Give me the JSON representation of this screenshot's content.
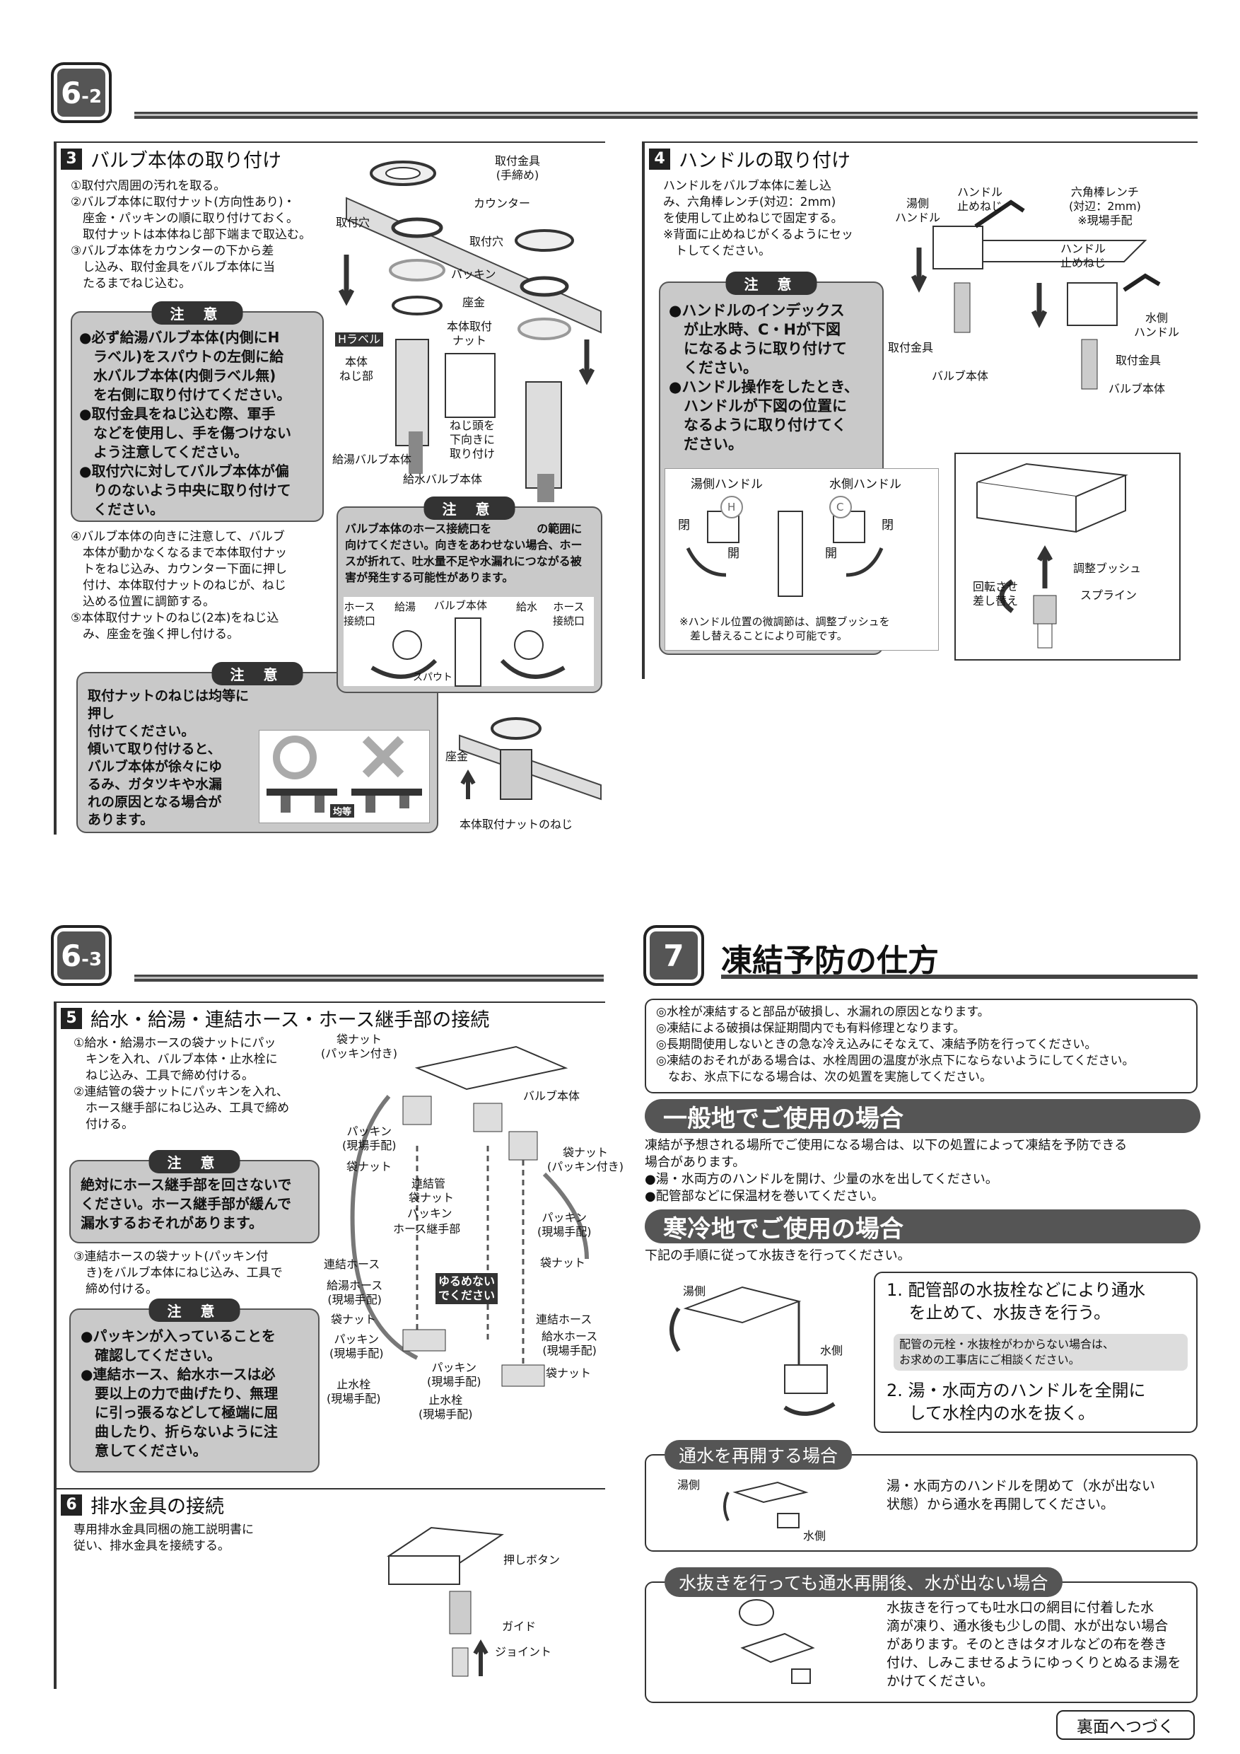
{
  "s62": {
    "badge_main": "6",
    "badge_sub": "-2",
    "step3": {
      "num": "3",
      "title": "バルブ本体の取り付け",
      "steps_a": "①取付穴周囲の汚れを取る。\n②バルブ本体に取付ナット(方向性あり)・\n　座金・パッキンの順に取り付けておく。\n　取付ナットは本体ねじ部下端まで取込む。\n③バルブ本体をカウンターの下から差\n　し込み、取付金具をバルブ本体に当\n　たるまでねじ込む。",
      "caution1_tag": "注 意",
      "caution1_body": "●必ず給湯バルブ本体(内側にH\n　ラベル)をスパウトの左側に給\n　水バルブ本体(内側ラベル無)\n　を右側に取り付けてください。\n●取付金具をねじ込む際、軍手\n　などを使用し、手を傷つけない\n　よう注意してください。\n●取付穴に対してバルブ本体が偏\n　りのないよう中央に取り付けて\n　ください。",
      "steps_b": "④バルブ本体の向きに注意して、バルブ\n　本体が動かなくなるまで本体取付ナッ\n　トをねじ込み、カウンター下面に押し\n　付け、本体取付ナットのねじが、ねじ\n　込める位置に調節する。\n⑤本体取付ナットのねじ(2本)をねじ込\n　み、座金を強く押し付ける。",
      "caution2_tag": "注 意",
      "caution2_body": "取付ナットのねじは均等に押し\n付けてください。\n傾いて取り付けると、\nバルブ本体が徐々にゆ\nるみ、ガタツキや水漏\nれの原因となる場合が\nあります。",
      "caution2_label": "均等",
      "caution3_tag": "注 意",
      "caution3_body": "バルブ本体のホース接続口を　　　　の範囲に\n向けてください。向きをあわせない場合、ホー\nスが折れて、吐水量不足や水漏れにつながる被\n害が発生する可能性があります。",
      "diag_labels": {
        "fitting": "取付金具\n(手締め)",
        "counter": "カウンター",
        "hole1": "取付穴",
        "hole2": "取付穴",
        "packing": "パッキン",
        "washer": "座金",
        "body_nut": "本体取付\nナット",
        "h_label": "Hラベル",
        "body_thread": "本体\nねじ部",
        "screw_head": "ねじ頭を\n下向きに\n取り付け",
        "hot_valve": "給湯バルブ本体",
        "cold_valve": "給水バルブ本体",
        "hose_hot": "ホース\n接続口",
        "hot": "給湯",
        "valve_body": "バルブ本体",
        "cold": "給水",
        "hose_cold": "ホース\n接続口",
        "spout": "スパウト",
        "washer2": "座金",
        "body_nut_screw": "本体取付ナットのねじ"
      }
    },
    "step4": {
      "num": "4",
      "title": "ハンドルの取り付け",
      "text": "ハンドルをバルブ本体に差し込\nみ、六角棒レンチ(対辺：2mm)\nを使用して止めねじで固定する。\n※背面に止めねじがくるようにセッ\n　トしてください。",
      "caution_tag": "注 意",
      "caution_body": "●ハンドルのインデックス\n　が止水時、C・Hが下図\n　になるように取り付けて\n　ください。\n●ハンドル操作をしたとき、\n　ハンドルが下図の位置に\n　なるように取り付けてく\n　ださい。",
      "hot_handle": "湯側ハンドル",
      "cold_handle": "水側ハンドル",
      "close1": "閉",
      "open1": "開",
      "open2": "開",
      "close2": "閉",
      "h": "H",
      "c": "C",
      "note": "※ハンドル位置の微調節は、調整ブッシュを\n　差し替えることにより可能です。",
      "diag_labels": {
        "hot_side_handle": "湯側\nハンドル",
        "handle_screw1": "ハンドル\n止めねじ",
        "hex_wrench": "六角棒レンチ\n(対辺：2mm)\n※現場手配",
        "handle_screw2": "ハンドル\n止めねじ",
        "cold_side_handle": "水側\nハンドル",
        "fitting1": "取付金具",
        "fitting2": "取付金具",
        "valve1": "バルブ本体",
        "valve2": "バルブ本体",
        "bush": "調整ブッシュ",
        "spline": "スプライン",
        "rotate": "回転させ\n差し替え"
      }
    }
  },
  "s63": {
    "badge_main": "6",
    "badge_sub": "-3",
    "step5": {
      "num": "5",
      "title": "給水・給湯・連結ホース・ホース継手部の接続",
      "text1": "①給水・給湯ホースの袋ナットにパッ\n　キンを入れ、バルブ本体・止水栓に\n　ねじ込み、工具で締め付ける。\n②連結管の袋ナットにパッキンを入れ、\n　ホース継手部にねじ込み、工具で締め\n　付ける。",
      "caution1_tag": "注 意",
      "caution1_body": "絶対にホース継手部を回さないで\nください。ホース継手部が緩んで\n漏水するおそれがあります。",
      "text2": "③連結ホースの袋ナット(パッキン付\n　き)をバルブ本体にねじ込み、工具で\n　締め付ける。",
      "caution2_tag": "注 意",
      "caution2_body": "●パッキンが入っていることを\n　確認してください。\n●連結ホース、給水ホースは必\n　要以上の力で曲げたり、無理\n　に引っ張るなどして極端に屈\n　曲したり、折らないように注\n　意してください。",
      "diag_labels": {
        "bag_nut_top": "袋ナット\n(パッキン付き)",
        "valve_body": "バルブ本体",
        "packing_site": "パッキン\n(現場手配)",
        "bag_nut1": "袋ナット",
        "bag_nut_right": "袋ナット\n(パッキン付き)",
        "connector_pipe": "連結管",
        "bag_nut2": "袋ナット",
        "packing2": "パッキン",
        "hose_joint": "ホース継手部",
        "packing_right": "パッキン\n(現場手配)",
        "bag_nut3": "袋ナット",
        "connect_hose": "連結ホース",
        "no_loosen": "ゆるめない\nでください",
        "hot_hose": "給湯ホース\n(現場手配)",
        "bag_nut4": "袋ナット",
        "connect_hose2": "連結ホース",
        "cold_hose": "給水ホース\n(現場手配)",
        "packing_site2": "パッキン\n(現場手配)",
        "bag_nut5": "袋ナット",
        "packing_site3": "パッキン\n(現場手配)",
        "stop_valve1": "止水栓\n(現場手配)",
        "stop_valve2": "止水栓\n(現場手配)"
      }
    },
    "step6": {
      "num": "6",
      "title": "排水金具の接続",
      "text": "専用排水金具同梱の施工説明書に\n従い、排水金具を接続する。",
      "push_button": "押しボタン",
      "guide": "ガイド",
      "joint": "ジョイント"
    }
  },
  "s7": {
    "badge": "7",
    "title": "凍結予防の仕方",
    "notice": "◎水栓が凍結すると部品が破損し、水漏れの原因となります。\n◎凍結による破損は保証期間内でも有料修理となります。\n◎長期間使用しないときの急な冷え込みにそなえて、凍結予防を行ってください。\n◎凍結のおそれがある場合は、水栓周囲の温度が氷点下にならないようにしてください。\n　なお、氷点下になる場合は、次の処置を実施してください。",
    "general_title": "一般地でご使用の場合",
    "general_text": "凍結が予想される場所でご使用になる場合は、以下の処置によって凍結を予防できる\n場合があります。\n●湯・水両方のハンドルを開け、少量の水を出してください。\n●配管部などに保温材を巻いてください。",
    "cold_title": "寒冷地でご使用の場合",
    "cold_text": "下記の手順に従って水抜きを行ってください。",
    "hot_side": "湯側",
    "cold_side": "水側",
    "step1": "1. 配管部の水抜栓などにより通水\n　 を止めて、水抜きを行う。",
    "step1_note": "配管の元栓・水抜栓がわからない場合は、\nお求めの工事店にご相談ください。",
    "step2": "2. 湯・水両方のハンドルを全開に\n　 して水栓内の水を抜く。",
    "resume_title": "通水を再開する場合",
    "resume_hot": "湯側",
    "resume_cold": "水側",
    "resume_text": "湯・水両方のハンドルを閉めて（水が出ない\n状態）から通水を再開してください。",
    "nowater_title": "水抜きを行っても通水再開後、水が出ない場合",
    "nowater_text": "水抜きを行っても吐水口の網目に付着した水\n滴が凍り、通水後も少しの間、水が出ない場合\nがあります。そのときはタオルなどの布を巻き\n付け、しみこませるようにゆっくりとぬるま湯を\nかけてください。"
  },
  "footer": {
    "next": "裏面へつづく"
  }
}
